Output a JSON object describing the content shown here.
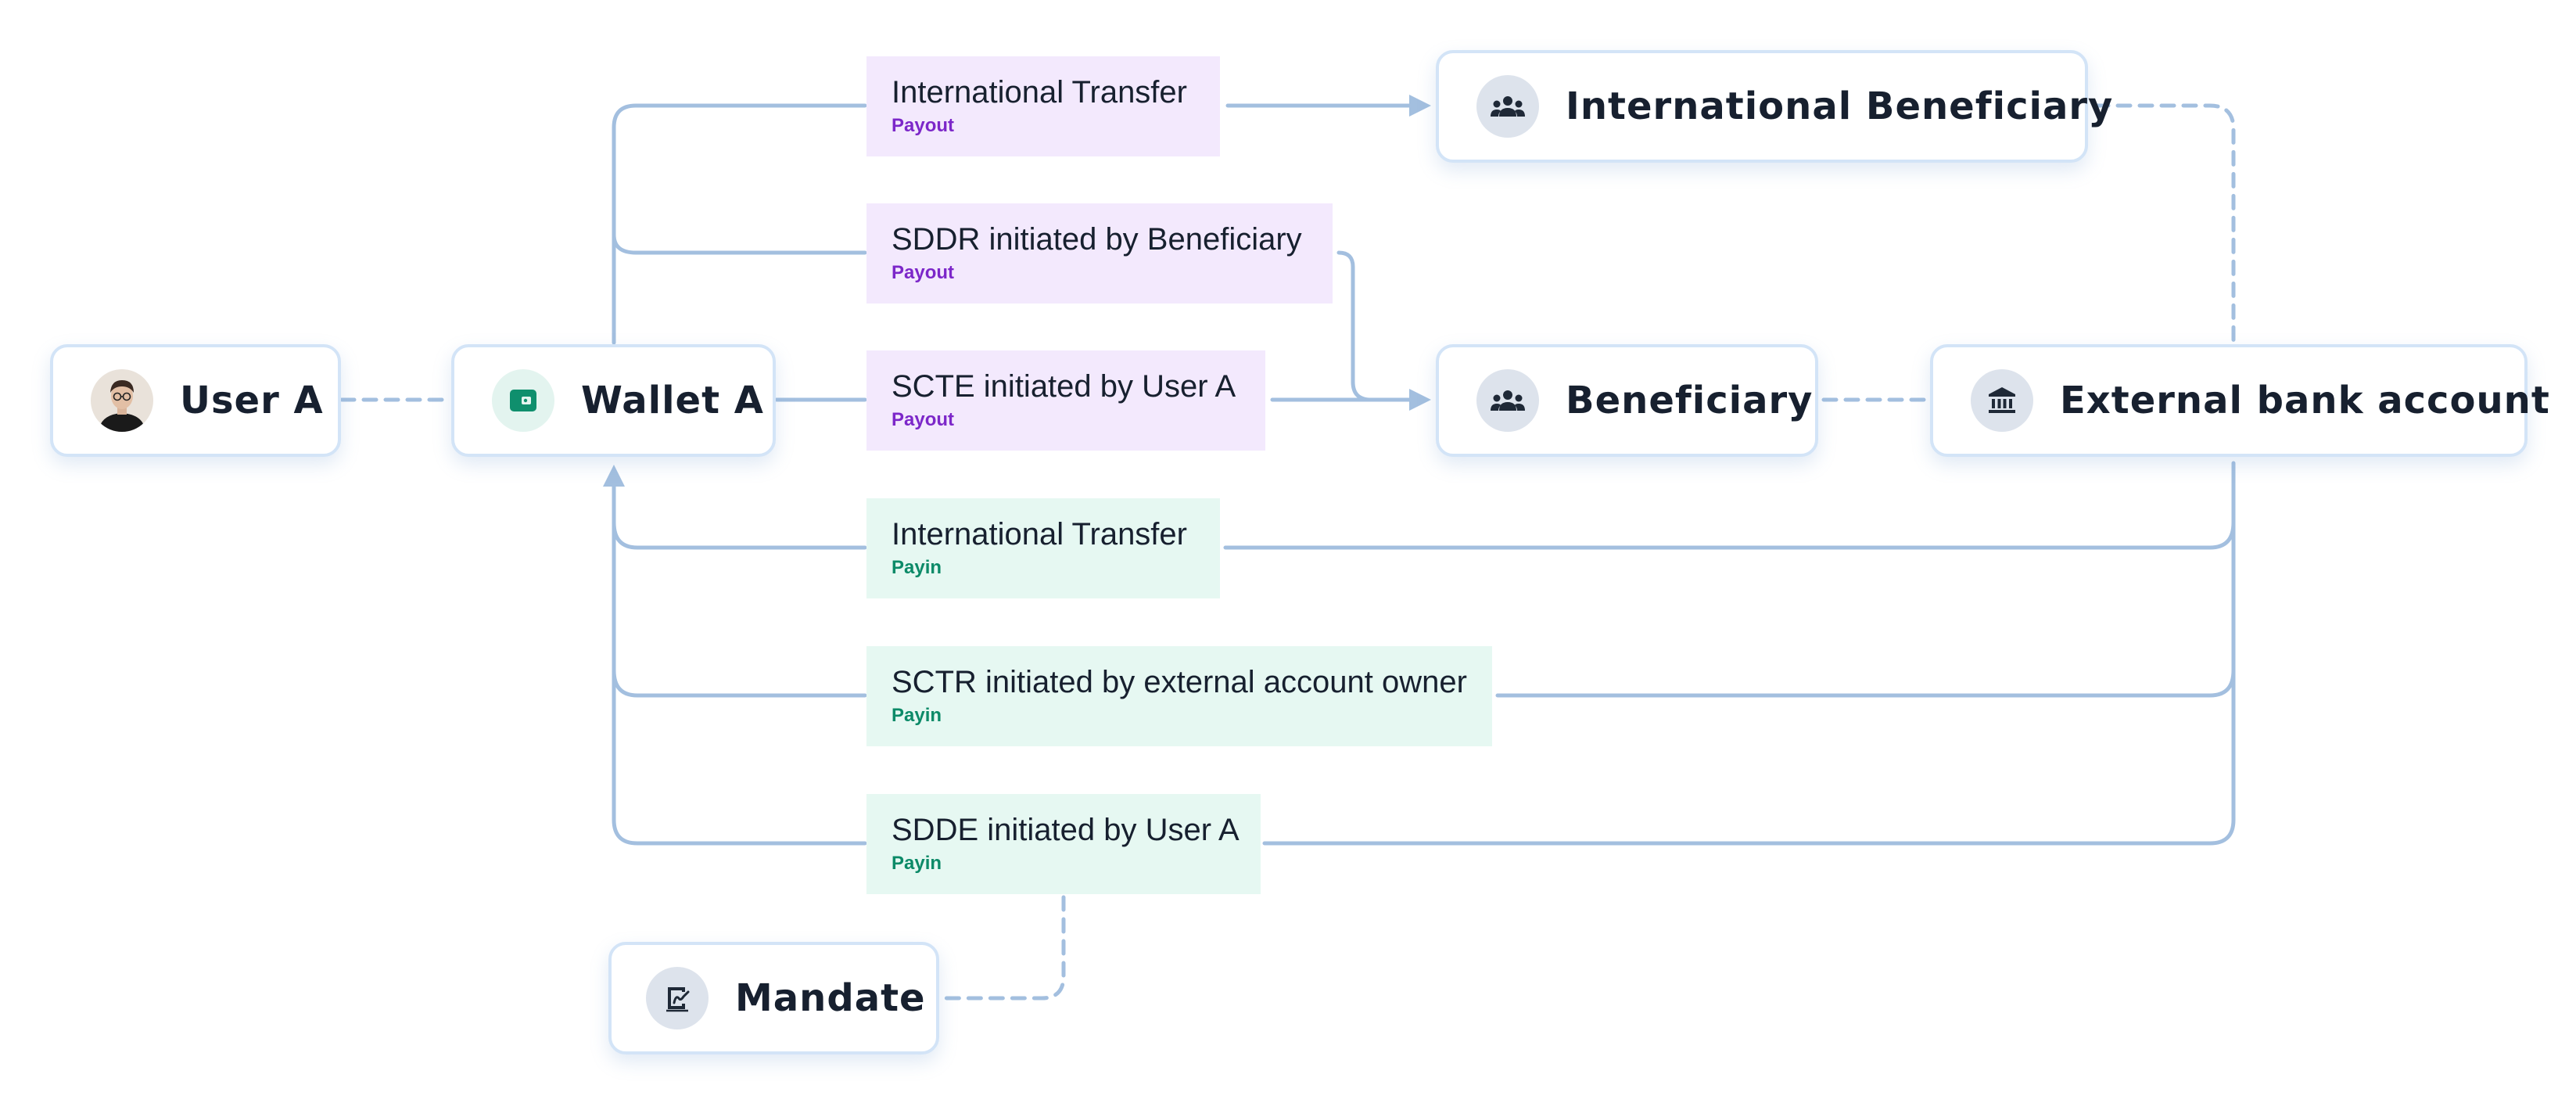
{
  "colors": {
    "connector": "#a3bfdf",
    "payout_bg": "#f3e9fd",
    "payout_text": "#7c27c9",
    "payin_bg": "#e6f8f2",
    "payin_text": "#0c8a68",
    "node_border": "#d3e4f7",
    "label_text": "#17202f"
  },
  "nodes": {
    "user": {
      "label": "User A",
      "icon": "user-avatar"
    },
    "wallet": {
      "label": "Wallet A",
      "icon": "wallet-icon"
    },
    "intl_beneficiary": {
      "label": "International Beneficiary",
      "icon": "people-icon"
    },
    "beneficiary": {
      "label": "Beneficiary",
      "icon": "people-icon"
    },
    "external_bank": {
      "label": "External bank account",
      "icon": "bank-icon"
    },
    "mandate": {
      "label": "Mandate",
      "icon": "mandate-signature-icon"
    }
  },
  "flows": [
    {
      "id": "intl-transfer-payout",
      "title": "International Transfer",
      "type": "Payout"
    },
    {
      "id": "sddr",
      "title": "SDDR  initiated by Beneficiary",
      "type": "Payout"
    },
    {
      "id": "scte",
      "title": "SCTE  initiated by User A",
      "type": "Payout"
    },
    {
      "id": "intl-transfer-payin",
      "title": "International Transfer",
      "type": "Payin"
    },
    {
      "id": "sctr",
      "title": "SCTR initiated by external account owner",
      "type": "Payin"
    },
    {
      "id": "sdde",
      "title": "SDDE initiated by User A",
      "type": "Payin"
    }
  ]
}
